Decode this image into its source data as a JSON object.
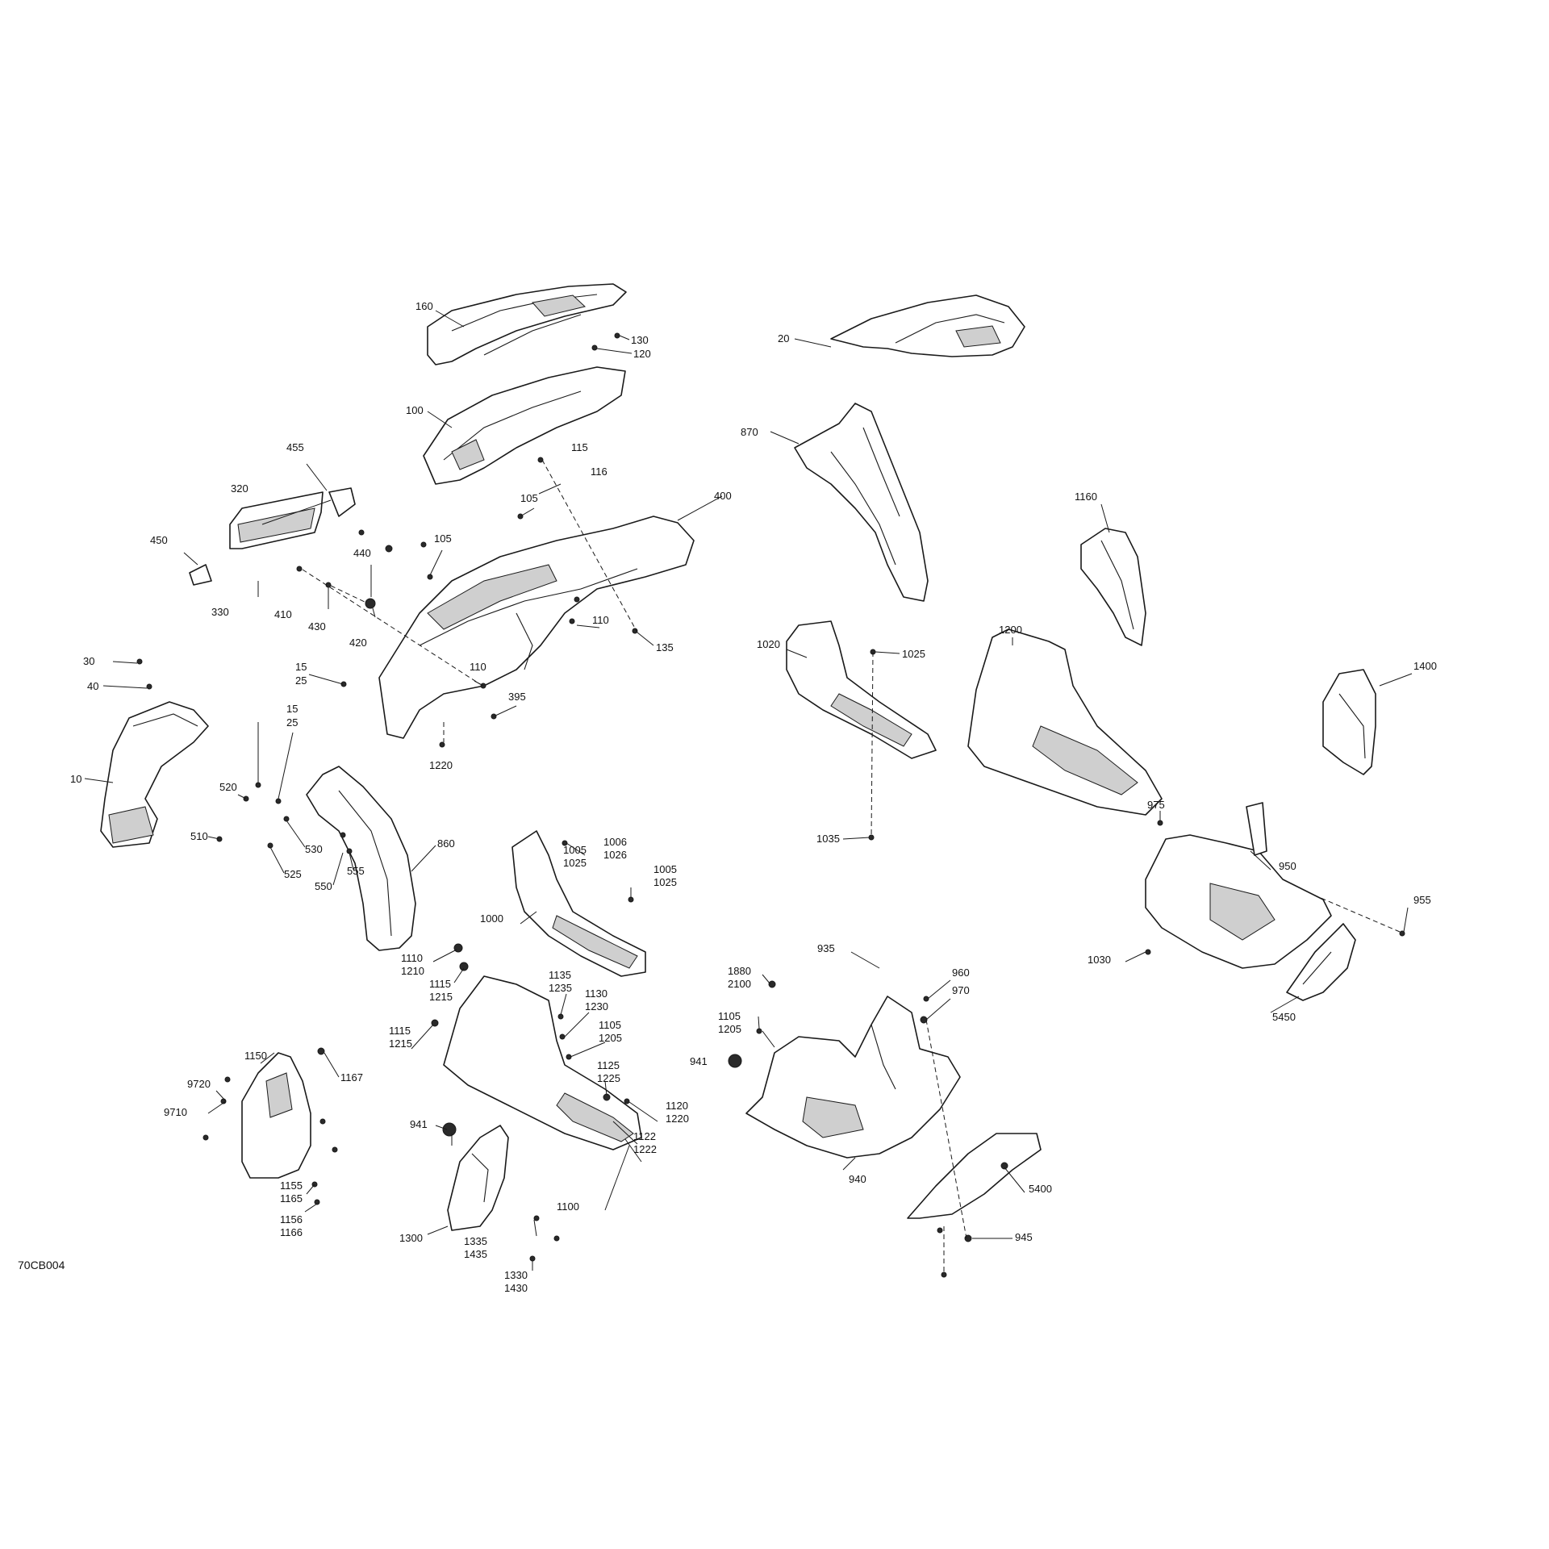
{
  "diagram": {
    "reference_code": "70CB004",
    "labels": [
      "160",
      "130",
      "120",
      "20",
      "100",
      "870",
      "455",
      "115",
      "116",
      "320",
      "105",
      "400",
      "450",
      "440",
      "105",
      "1160",
      "330",
      "410",
      "430",
      "420",
      "110",
      "135",
      "1020",
      "1025",
      "1200",
      "1400",
      "30",
      "15",
      "25",
      "40",
      "110",
      "395",
      "1220",
      "15",
      "25",
      "1035",
      "10",
      "520",
      "510",
      "530",
      "525",
      "975",
      "860",
      "550",
      "555",
      "1005",
      "1025",
      "1006",
      "1026",
      "950",
      "1005",
      "1025",
      "1000",
      "1030",
      "955",
      "1880",
      "2100",
      "935",
      "960",
      "970",
      "1110",
      "1210",
      "1115",
      "1215",
      "1135",
      "1235",
      "1130",
      "1230",
      "1105",
      "1205",
      "1115",
      "1215",
      "1105",
      "1205",
      "1150",
      "9720",
      "1167",
      "1125",
      "1225",
      "941",
      "9710",
      "1120",
      "1220",
      "1122",
      "1222",
      "941",
      "5450",
      "1100",
      "940",
      "5400",
      "1155",
      "1165",
      "1156",
      "1166",
      "1300",
      "1335",
      "1435",
      "1330",
      "1430",
      "945"
    ]
  }
}
